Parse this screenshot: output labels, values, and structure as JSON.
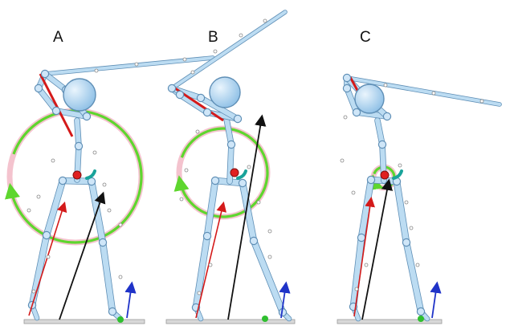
{
  "panels": [
    {
      "id": "a",
      "label": "A"
    },
    {
      "id": "b",
      "label": "B"
    },
    {
      "id": "c",
      "label": "C"
    }
  ],
  "colors": {
    "bone_fill": "#bcdcf2",
    "bone_stroke": "#5f8fb6",
    "joint_fill": "#cfe6f8",
    "head_fill": "#a9d0ef",
    "rotation_arrow": "#5ed62e",
    "rotation_halo": "#f2b8c6",
    "center_of_mass": "#e02020",
    "hip_marker": "#19a39a",
    "red_vector": "#d41a1a",
    "black_vector": "#111111",
    "blue_axis": "#1f33c8",
    "green_axis": "#2fbf2f",
    "ground_plate": "#d8d8d8"
  }
}
